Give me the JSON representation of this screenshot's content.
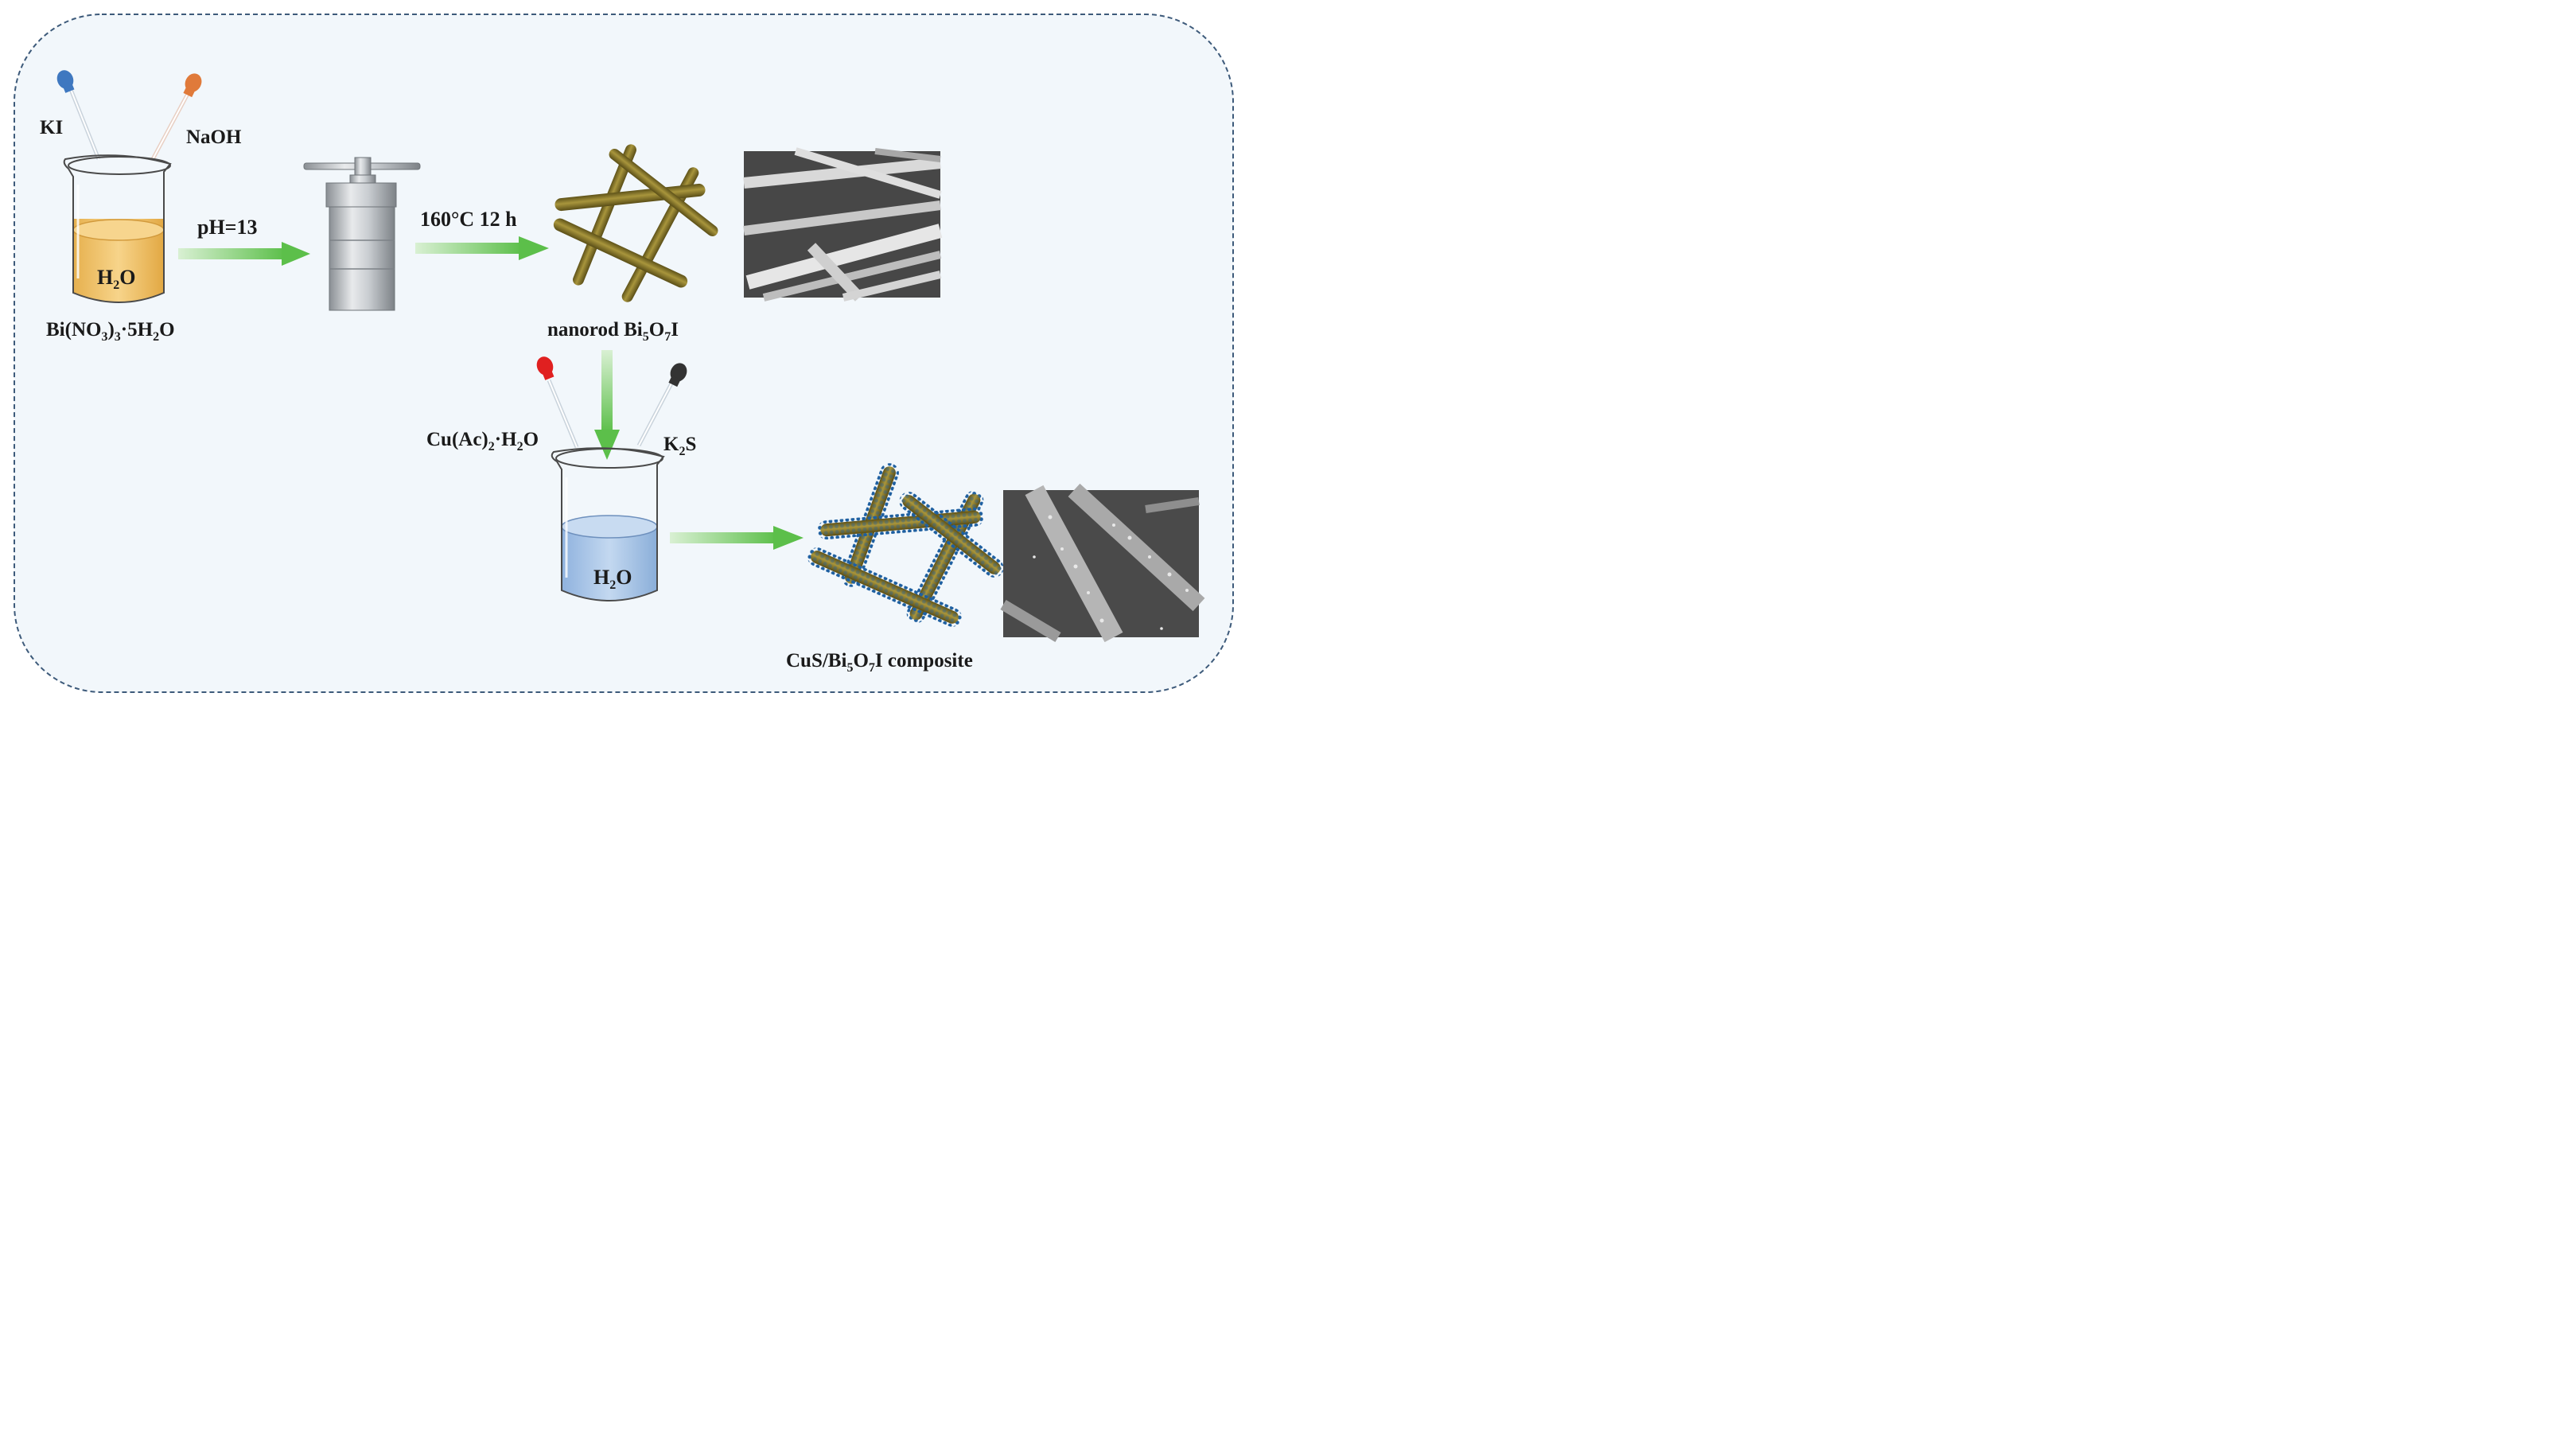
{
  "labels": {
    "ki": "KI",
    "naoh": "NaOH",
    "ph": "pH=13",
    "conditions": "160°C 12 h",
    "water_1": {
      "a": "H",
      "sub": "2",
      "b": "O"
    },
    "water_2": {
      "a": "H",
      "sub": "2",
      "b": "O"
    },
    "bismuth_precursor": {
      "a": "Bi(NO",
      "sub1": "3",
      "b": ")",
      "sub2": "3",
      "c": "·5H",
      "sub3": "2",
      "d": "O"
    },
    "nanorod": {
      "a": "nanorod Bi",
      "sub1": "5",
      "b": "O",
      "sub2": "7",
      "c": "I"
    },
    "copper_acetate": {
      "a": "Cu(Ac)",
      "sub1": "2",
      "b": "·H",
      "sub2": "2",
      "c": "O"
    },
    "potassium_sulfide": {
      "a": "K",
      "sub": "2",
      "b": "S"
    },
    "composite": {
      "a": "CuS/Bi",
      "sub1": "5",
      "b": "O",
      "sub2": "7",
      "c": "I composite"
    }
  },
  "colors": {
    "panel_bg": "#f2f7fb",
    "panel_border": "#3d5a7a",
    "arrow_green": "#5cbf4a",
    "solution_orange": "#f0c46a",
    "solution_blue": "#a9c6e8",
    "rod": "#8b7a2e",
    "cus_dots": "#1e5fa0",
    "dropper_blue": "#3f78c0",
    "dropper_orange": "#e07a3a",
    "dropper_red": "#e02020",
    "dropper_black": "#333333"
  }
}
